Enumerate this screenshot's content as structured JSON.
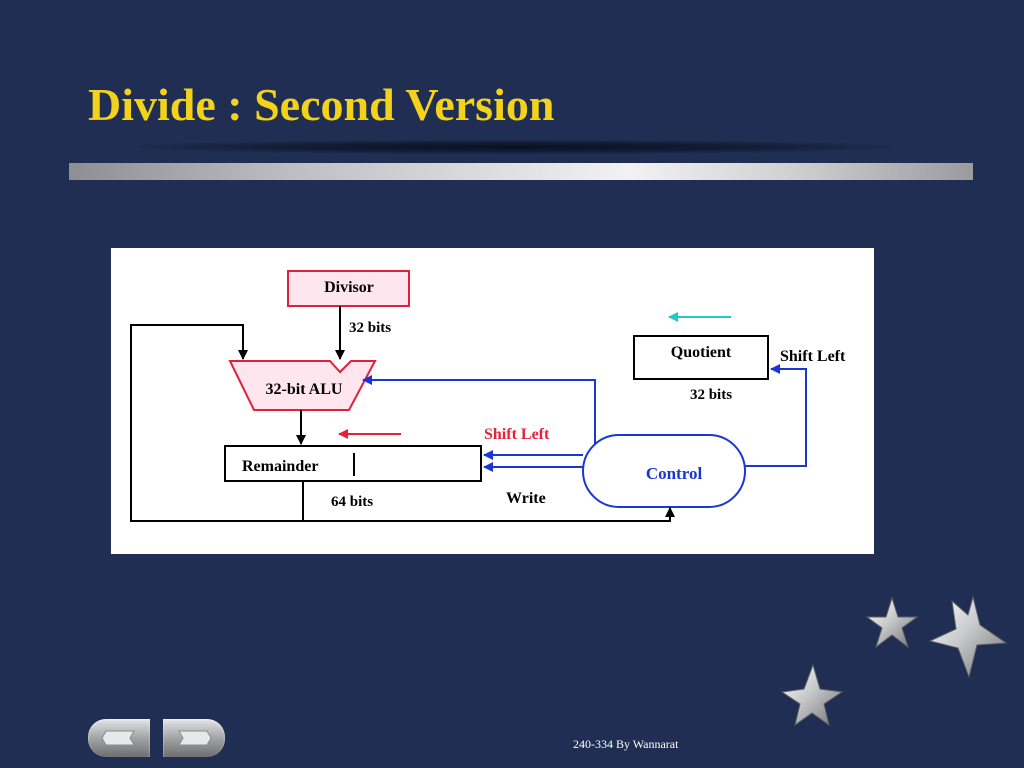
{
  "slide": {
    "title": "Divide : Second Version",
    "footer": "240-334 By Wannarat"
  },
  "diagram": {
    "divisor_label": "Divisor",
    "divisor_width": "32 bits",
    "alu_label": "32-bit ALU",
    "remainder_label": "Remainder",
    "remainder_width": "64 bits",
    "quotient_label": "Quotient",
    "quotient_width": "32 bits",
    "quotient_shift": "Shift Left",
    "remainder_shift": "Shift Left",
    "write_label": "Write",
    "control_label": "Control"
  },
  "colors": {
    "background": "#1f2e52",
    "title": "#f2d21b",
    "divisor_border": "#e0203c",
    "divisor_fill": "#ffe6ee",
    "control_blue": "#1a36d6",
    "shift_red": "#e8203a",
    "cyan_arrow": "#22c9c9"
  },
  "icons": {
    "nav_previous": "previous-slide-icon",
    "nav_next": "next-slide-icon",
    "decoration": "silver-stars-icon"
  }
}
